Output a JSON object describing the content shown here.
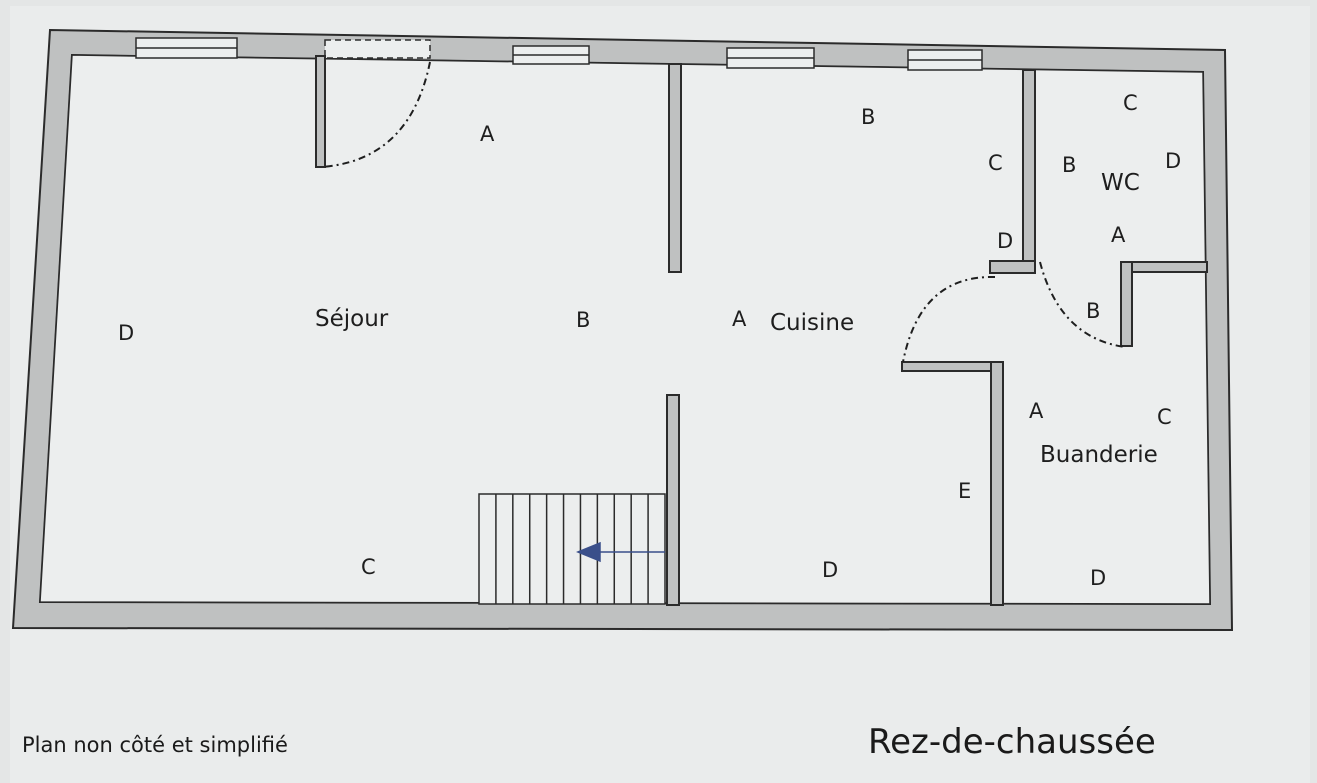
{
  "plan": {
    "rooms": {
      "sejour": "Séjour",
      "cuisine": "Cuisine",
      "wc": "WC",
      "buanderie": "Buanderie"
    },
    "walls": {
      "sejour": [
        "A",
        "B",
        "C",
        "D"
      ],
      "cuisine": [
        "A",
        "B",
        "C",
        "D",
        "D",
        "E"
      ],
      "wc": [
        "A",
        "B",
        "C",
        "D"
      ],
      "buanderie": [
        "A",
        "B",
        "C",
        "D"
      ]
    }
  },
  "captions": {
    "left": "Plan non côté et simplifié",
    "right": "Rez-de-chaussée"
  },
  "colors": {
    "wall_fill": "#bfc1c1",
    "wall_stroke": "#2b2b2b",
    "floor": "#eceeee",
    "stair_arrow": "#3a4f8a"
  }
}
